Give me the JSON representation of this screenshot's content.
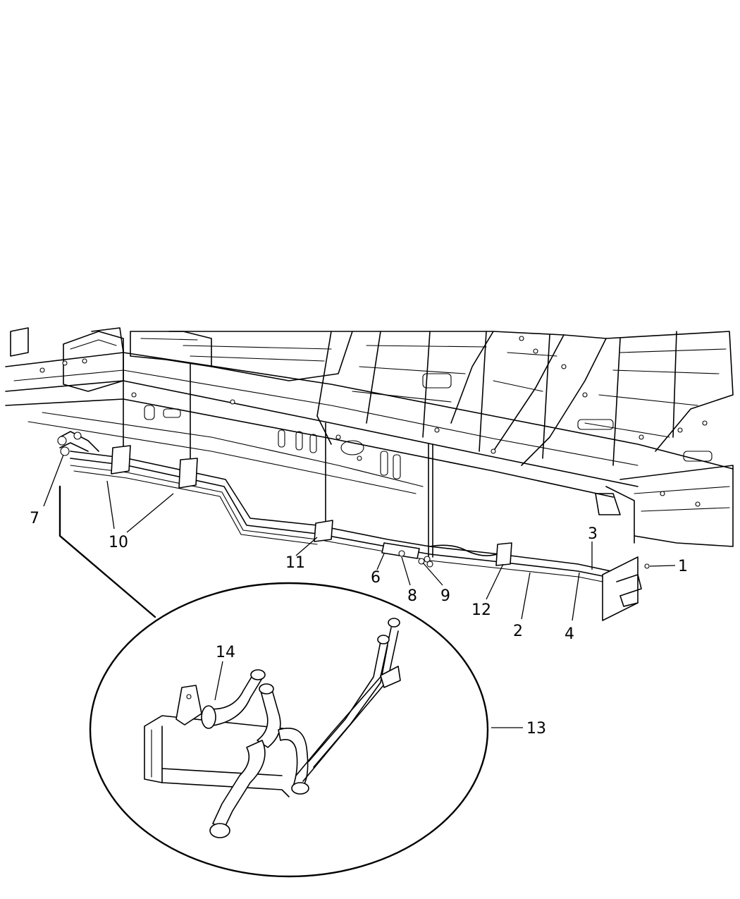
{
  "callouts": [
    {
      "id": "c1",
      "label": "1"
    },
    {
      "id": "c2",
      "label": "2"
    },
    {
      "id": "c3",
      "label": "3"
    },
    {
      "id": "c4",
      "label": "4"
    },
    {
      "id": "c6",
      "label": "6"
    },
    {
      "id": "c7",
      "label": "7"
    },
    {
      "id": "c8",
      "label": "8"
    },
    {
      "id": "c9",
      "label": "9"
    },
    {
      "id": "c10",
      "label": "10"
    },
    {
      "id": "c11",
      "label": "11"
    },
    {
      "id": "c12",
      "label": "12"
    },
    {
      "id": "c13",
      "label": "13"
    },
    {
      "id": "c14",
      "label": "14"
    }
  ]
}
